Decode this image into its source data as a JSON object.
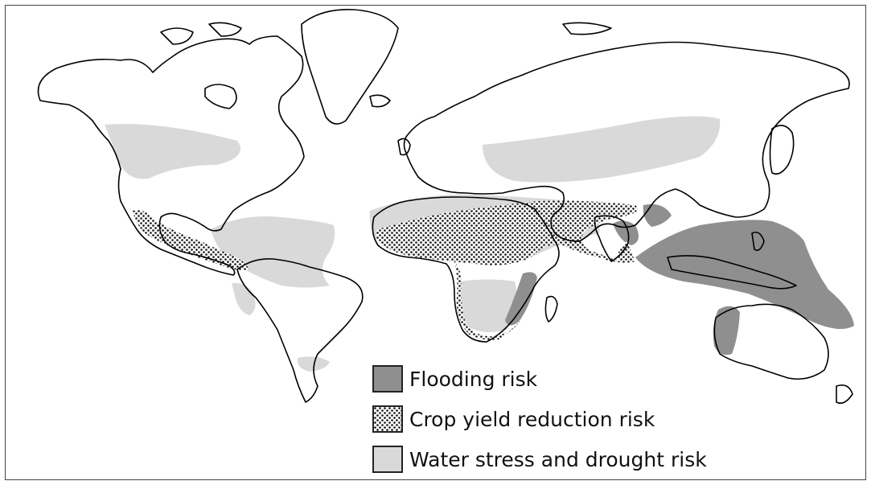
{
  "colors": {
    "flooding": "#8f8f8f",
    "water_stress": "#d9d9d9",
    "crop_dots": "#111111",
    "land_outline": "#000000"
  },
  "legend": {
    "items": [
      {
        "id": "flooding",
        "label": "Flooding risk",
        "pattern": "solid-dark-gray"
      },
      {
        "id": "crop",
        "label": "Crop yield reduction risk",
        "pattern": "dotted"
      },
      {
        "id": "water",
        "label": "Water stress and drought risk",
        "pattern": "solid-light-gray"
      }
    ]
  }
}
